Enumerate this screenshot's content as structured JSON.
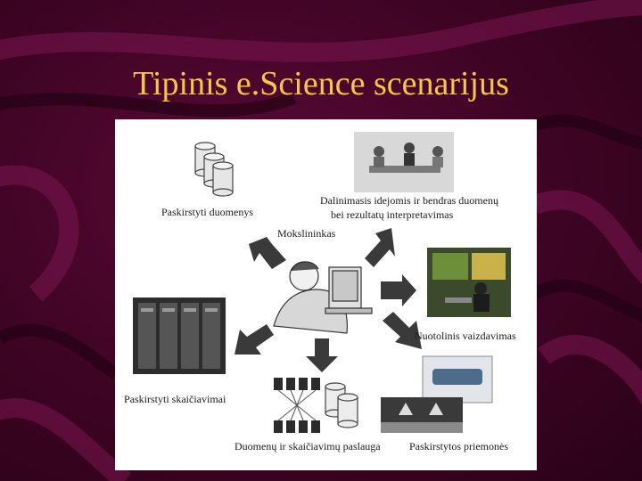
{
  "slide": {
    "title": "Tipinis e.Science scenarijus"
  },
  "diagram": {
    "center_label": "Mokslininkas",
    "nodes": [
      {
        "id": "distributed-data",
        "label": "Paskirstyti duomenys",
        "icon": "database-cylinders-icon"
      },
      {
        "id": "idea-sharing",
        "label_line1": "Dalinimasis idejomis ir bendras duomenų",
        "label_line2": "bei rezultatų interpretavimas",
        "icon": "meeting-people-icon"
      },
      {
        "id": "remote-visualization",
        "label": "Nuotolinis vaizdavimas",
        "icon": "vr-workstation-icon"
      },
      {
        "id": "distributed-instruments",
        "label": "Paskirstytos priemonės",
        "icon": "telescope-instruments-icon"
      },
      {
        "id": "data-compute-service",
        "label": "Duomenų ir skaičiavimų paslauga",
        "icon": "network-service-icon"
      },
      {
        "id": "distributed-computing",
        "label": "Paskirstyti skaičiavimai",
        "icon": "server-racks-icon"
      }
    ]
  }
}
